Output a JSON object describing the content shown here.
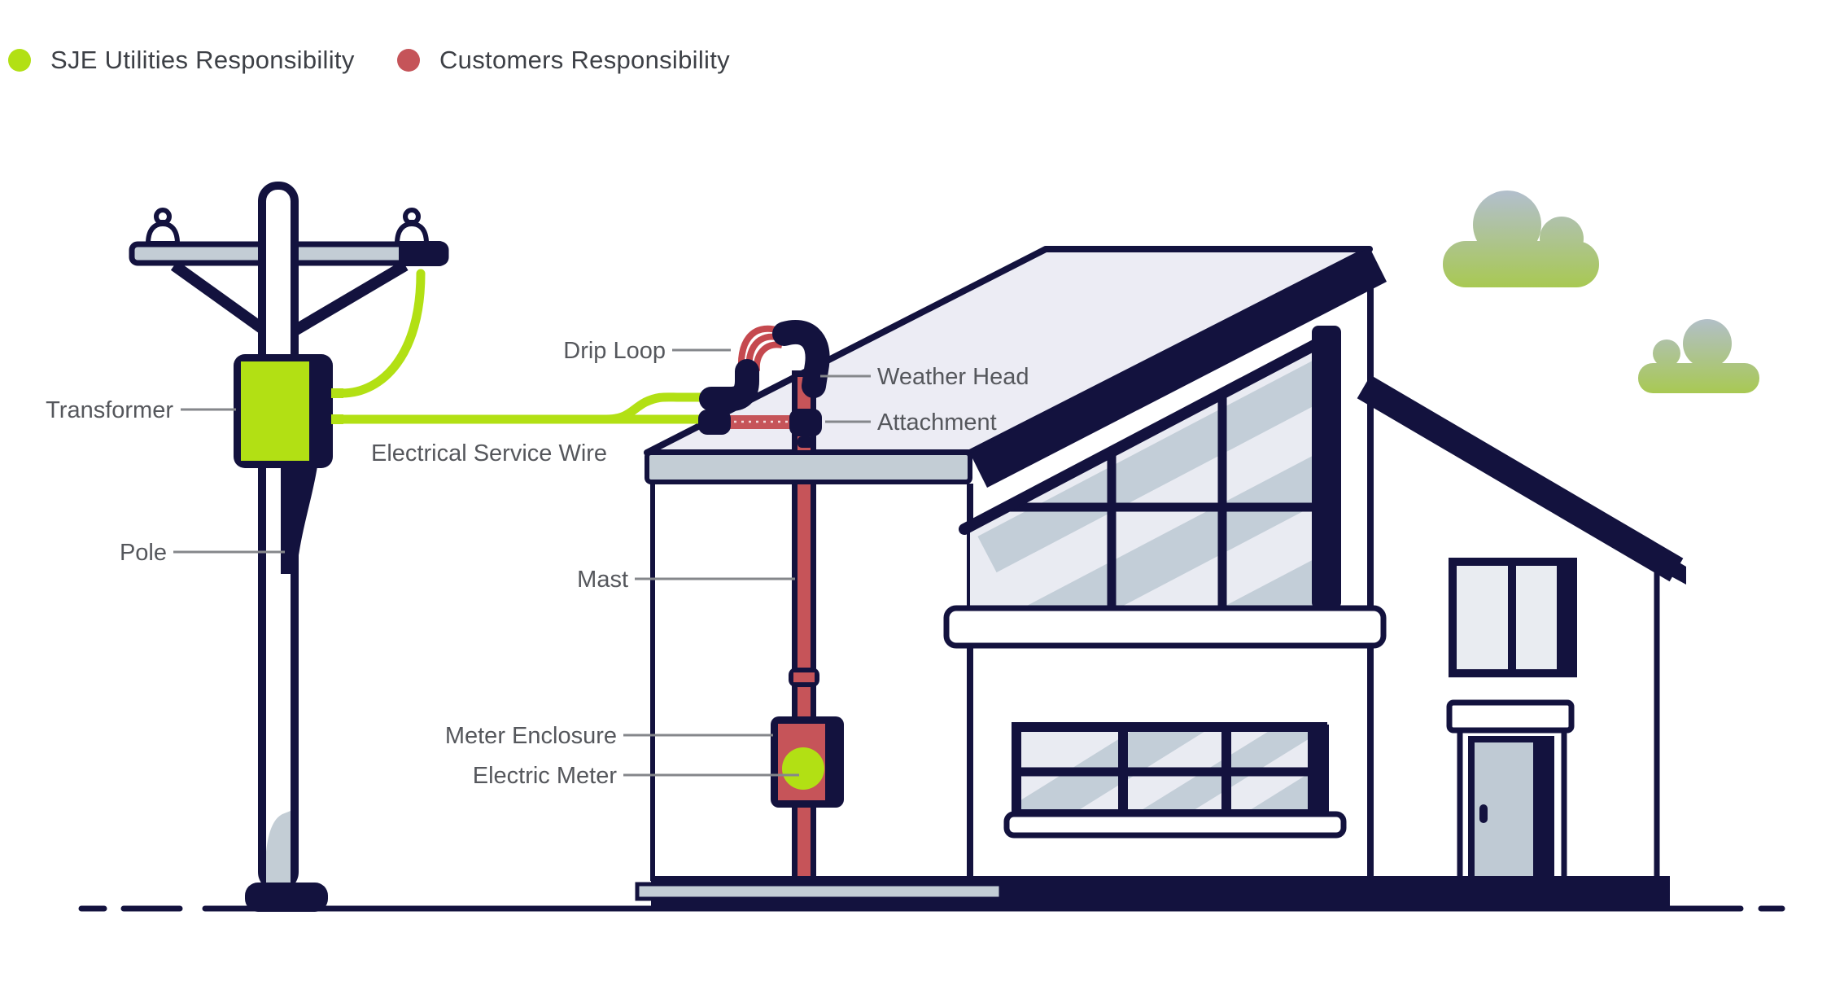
{
  "legend": {
    "items": [
      {
        "label": "SJE Utilities Responsibility",
        "color": "#b2e014"
      },
      {
        "label": "Customers Responsibility",
        "color": "#c55459"
      }
    ]
  },
  "diagram": {
    "labels": {
      "transformer": "Transformer",
      "pole": "Pole",
      "electrical_service_wire": "Electrical Service Wire",
      "drip_loop": "Drip Loop",
      "weather_head": "Weather Head",
      "attachment": "Attachment",
      "mast": "Mast",
      "meter_enclosure": "Meter Enclosure",
      "electric_meter": "Electric Meter"
    },
    "colors": {
      "navy_outline": "#13123e",
      "utility_green": "#b2e014",
      "customer_red": "#c65459",
      "hardware_gray": "#c3cdd5",
      "glass_light": "#e9ebf2",
      "glass_reflection": "#c3ced8",
      "roof_lavender": "#ececf4",
      "door_gray": "#bfcad4",
      "label_gray": "#55575c",
      "leader_line_gray": "#85878b",
      "cloud_top": "#b2bfca",
      "cloud_bottom": "#a8c94f"
    }
  }
}
